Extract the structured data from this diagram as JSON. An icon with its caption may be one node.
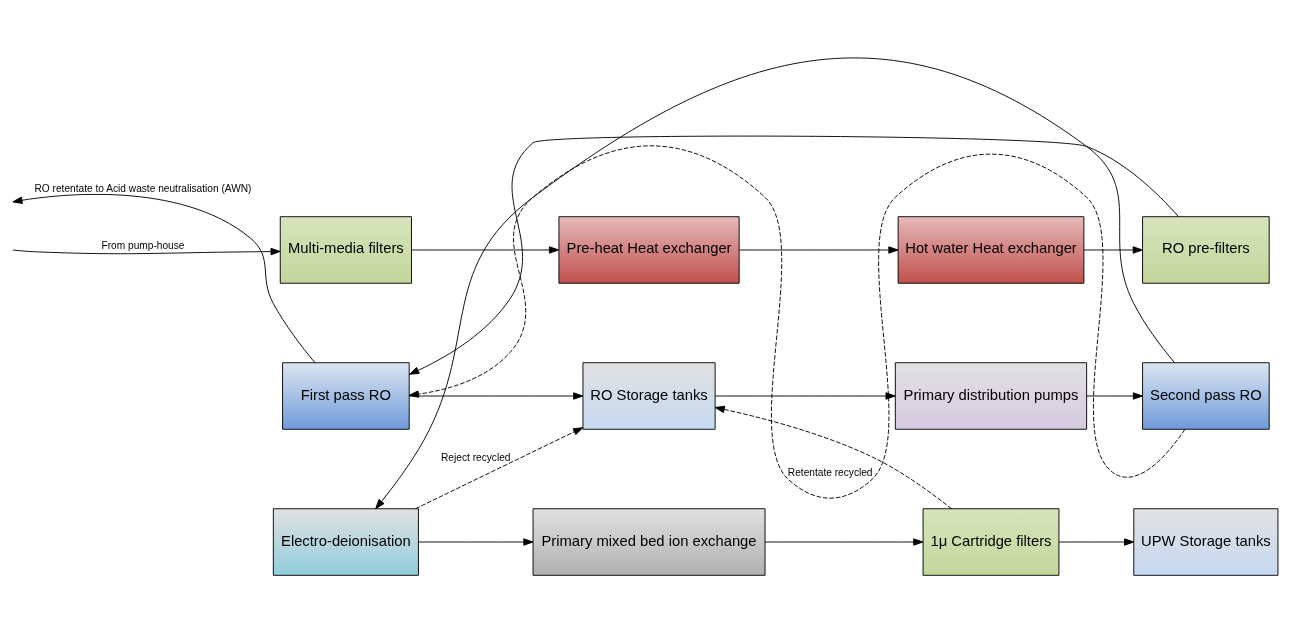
{
  "diagram": {
    "nodes": [
      {
        "text": [
          "Multi-media filters"
        ]
      },
      {
        "text": [
          "Pre-heat Heat exchanger"
        ]
      },
      {
        "text": [
          "Hot water Heat exchanger"
        ]
      },
      {
        "text": [
          "RO pre-filters"
        ]
      },
      {
        "text": [
          "First pass RO"
        ]
      },
      {
        "text": [
          "RO Storage tanks"
        ]
      },
      {
        "text": [
          "Primary distribution pumps"
        ]
      },
      {
        "text": [
          "Second pass RO"
        ]
      },
      {
        "text": [
          "Electro-deionisation"
        ]
      },
      {
        "text": [
          "Primary mixed bed ion exchange"
        ]
      },
      {
        "text": [
          "1μ Cartridge filters"
        ]
      },
      {
        "text": [
          "UPW Storage tanks"
        ]
      }
    ],
    "edges": [
      {
        "from": null,
        "to": 0,
        "arrow": "to",
        "label": "From pump-house"
      },
      {
        "from": 0,
        "to": 1,
        "arrow": "to"
      },
      {
        "from": 1,
        "to": 2,
        "arrow": "to"
      },
      {
        "from": 2,
        "to": 3,
        "arrow": "to"
      },
      {
        "from": 3,
        "to": 4,
        "arrow": "to"
      },
      {
        "from": 4,
        "to": 5,
        "arrow": "to"
      },
      {
        "from": 5,
        "to": 6,
        "arrow": "to"
      },
      {
        "from": 6,
        "to": 7,
        "arrow": "to"
      },
      {
        "from": 7,
        "to": 4,
        "arrow": "to",
        "style": "dashed",
        "label": "Retentate recycled"
      },
      {
        "from": 4,
        "to": null,
        "arrow": "to",
        "label": "RO retentate to Acid waste neutralisation (AWN)"
      },
      {
        "from": 7,
        "to": 8,
        "arrow": "to"
      },
      {
        "from": 8,
        "to": 9,
        "arrow": "to"
      },
      {
        "from": 9,
        "to": 10,
        "arrow": "to"
      },
      {
        "from": 10,
        "to": 11,
        "arrow": "to"
      },
      {
        "from": 8,
        "to": 5,
        "arrow": "to",
        "style": "dashed",
        "label": "Reject recycled"
      },
      {
        "from": 10,
        "to": 5,
        "arrow": "to",
        "style": "dashed"
      }
    ]
  }
}
